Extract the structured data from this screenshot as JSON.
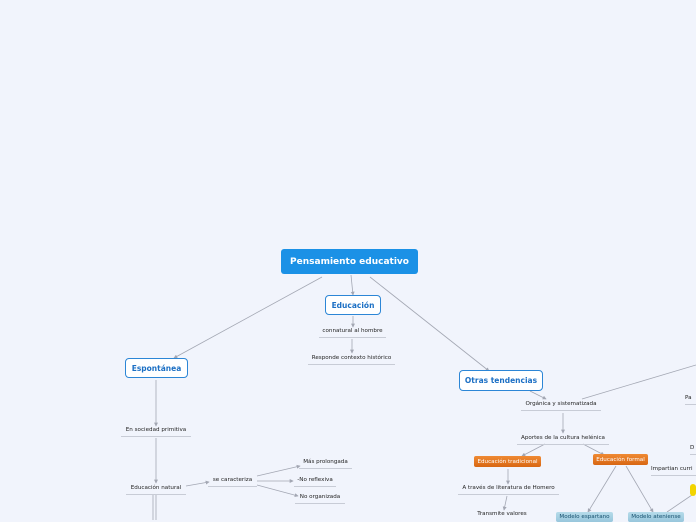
{
  "colors": {
    "background": "#f1f4fc",
    "root": "#1b91e6",
    "main_border": "#2c86d6",
    "connector": "#a3a7b3",
    "orange": "#e07620",
    "teal": "#a8d2e4",
    "yellow": "#f2d400"
  },
  "map": {
    "root": "Pensamiento educativo",
    "educacion": {
      "label": "Educación",
      "items": [
        "connatural al hombre",
        "Responde contexto histórico"
      ]
    },
    "espontanea": {
      "label": "Espontánea",
      "sociedad": "En sociedad primitiva",
      "natural": "Educación natural",
      "caracteriza": "se caracteriza",
      "features": [
        "Más prolongada",
        "-No reflexiva",
        "No organizada"
      ]
    },
    "otras": {
      "label": "Otras tendencias",
      "organica": "Orgánica y sistematizada",
      "aportes": "Aportes de la cultura helénica",
      "tradicional": "Educación tradicional",
      "formal": "Educación formal",
      "homero": "A través de literatura de Homero",
      "valores": "Transmite valores",
      "espartano": "Modelo espartano",
      "ateniense": "Modelo ateniense",
      "impartian": "Impartian curri",
      "pa": "Pa",
      "d": "D"
    }
  }
}
